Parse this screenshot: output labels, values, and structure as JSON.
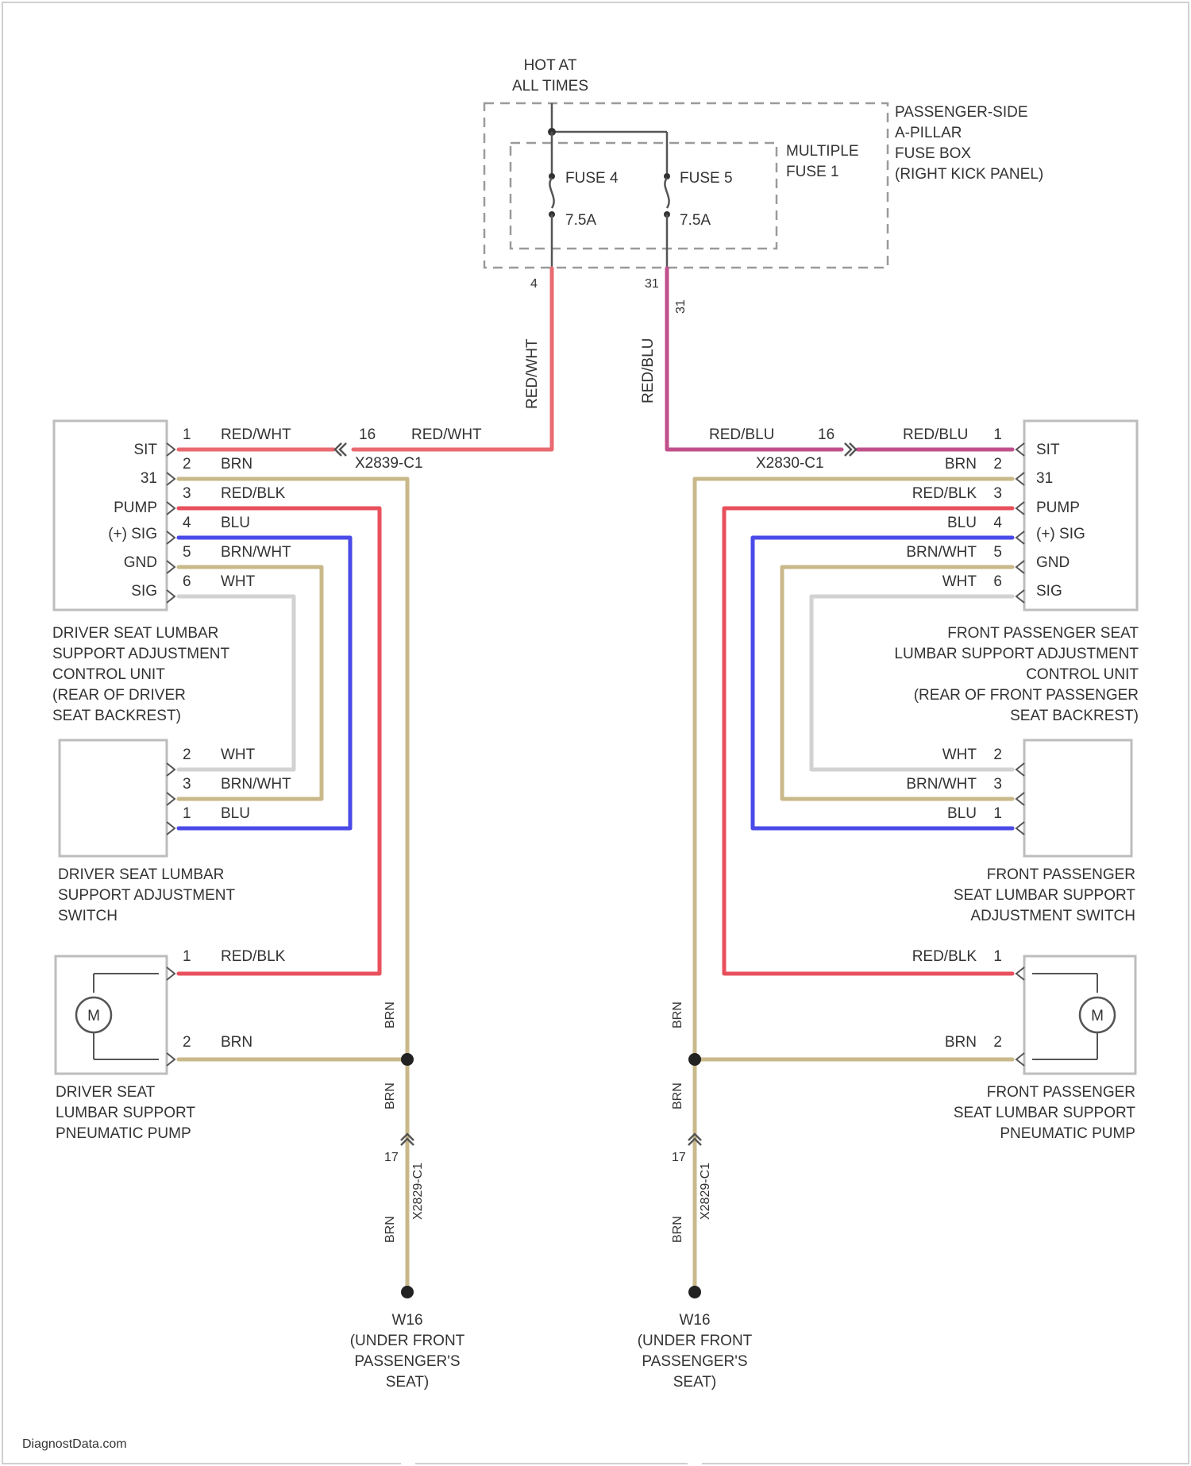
{
  "header": {
    "line1": "HOT AT",
    "line2": "ALL TIMES"
  },
  "fuse_box": {
    "lines": [
      "PASSENGER-SIDE",
      "A-PILLAR",
      "FUSE BOX",
      "(RIGHT KICK PANEL)"
    ],
    "multiple_fuse": [
      "MULTIPLE",
      "FUSE 1"
    ],
    "fuse4": {
      "name": "FUSE 4",
      "rating": "7.5A",
      "pin": "4"
    },
    "fuse5": {
      "name": "FUSE 5",
      "rating": "7.5A",
      "pin": "31"
    }
  },
  "wire_colors": {
    "red_white": "#e86a72",
    "red_blu": "#c0508c",
    "red_blk": "#e9505c",
    "brn": "#c9b98a",
    "blu": "#4a4ae8",
    "brn_wht": "#c9b98a",
    "wht": "#d2d2d2"
  },
  "left": {
    "feed_vertical_label": "RED/WHT",
    "inline_connector": {
      "pin": "16",
      "name": "X2839-C1"
    },
    "feed_label_after": "RED/WHT",
    "control_unit": {
      "pins": [
        "SIT",
        "31",
        "PUMP",
        "(+) SIG",
        "GND",
        "SIG"
      ],
      "wires": [
        {
          "num": "1",
          "color": "RED/WHT"
        },
        {
          "num": "2",
          "color": "BRN"
        },
        {
          "num": "3",
          "color": "RED/BLK"
        },
        {
          "num": "4",
          "color": "BLU"
        },
        {
          "num": "5",
          "color": "BRN/WHT"
        },
        {
          "num": "6",
          "color": "WHT"
        }
      ],
      "label": [
        "DRIVER SEAT LUMBAR",
        "SUPPORT ADJUSTMENT",
        "CONTROL UNIT",
        "(REAR OF DRIVER",
        "SEAT BACKREST)"
      ]
    },
    "switch": {
      "wires": [
        {
          "num": "2",
          "color": "WHT"
        },
        {
          "num": "3",
          "color": "BRN/WHT"
        },
        {
          "num": "1",
          "color": "BLU"
        }
      ],
      "label": [
        "DRIVER SEAT LUMBAR",
        "SUPPORT ADJUSTMENT",
        "SWITCH"
      ]
    },
    "pump": {
      "motor": "M",
      "wires": [
        {
          "num": "1",
          "color": "RED/BLK"
        },
        {
          "num": "2",
          "color": "BRN"
        }
      ],
      "label": [
        "DRIVER SEAT",
        "LUMBAR SUPPORT",
        "PNEUMATIC PUMP"
      ]
    },
    "ground_wire_labels": [
      "BRN",
      "BRN",
      "BRN"
    ],
    "ground_connector": {
      "pin": "17",
      "name": "X2829-C1"
    },
    "ground": {
      "name": "W16",
      "label": [
        "(UNDER FRONT",
        "PASSENGER'S",
        "SEAT)"
      ]
    }
  },
  "right": {
    "feed_vertical_label": "RED/BLU",
    "inline_connector": {
      "pin": "16",
      "name": "X2830-C1"
    },
    "feed_label_before": "RED/BLU",
    "feed_label_after": "RED/BLU",
    "control_unit": {
      "pins": [
        "SIT",
        "31",
        "PUMP",
        "(+) SIG",
        "GND",
        "SIG"
      ],
      "wires": [
        {
          "num": "1",
          "color": "RED/BLU"
        },
        {
          "num": "2",
          "color": "BRN"
        },
        {
          "num": "3",
          "color": "RED/BLK"
        },
        {
          "num": "4",
          "color": "BLU"
        },
        {
          "num": "5",
          "color": "BRN/WHT"
        },
        {
          "num": "6",
          "color": "WHT"
        }
      ],
      "label": [
        "FRONT PASSENGER SEAT",
        "LUMBAR SUPPORT ADJUSTMENT",
        "CONTROL UNIT",
        "(REAR OF FRONT PASSENGER",
        "SEAT BACKREST)"
      ]
    },
    "switch": {
      "wires": [
        {
          "num": "2",
          "color": "WHT"
        },
        {
          "num": "3",
          "color": "BRN/WHT"
        },
        {
          "num": "1",
          "color": "BLU"
        }
      ],
      "label": [
        "FRONT PASSENGER",
        "SEAT LUMBAR SUPPORT",
        "ADJUSTMENT SWITCH"
      ]
    },
    "pump": {
      "motor": "M",
      "wires": [
        {
          "num": "1",
          "color": "RED/BLK"
        },
        {
          "num": "2",
          "color": "BRN"
        }
      ],
      "label": [
        "FRONT PASSENGER",
        "SEAT LUMBAR SUPPORT",
        "PNEUMATIC PUMP"
      ]
    },
    "ground_wire_labels": [
      "BRN",
      "BRN",
      "BRN"
    ],
    "ground_connector": {
      "pin": "17",
      "name": "X2829-C1"
    },
    "ground": {
      "name": "W16",
      "label": [
        "(UNDER FRONT",
        "PASSENGER'S",
        "SEAT)"
      ]
    }
  },
  "footer": {
    "watermark": "DiagnostData.com"
  }
}
